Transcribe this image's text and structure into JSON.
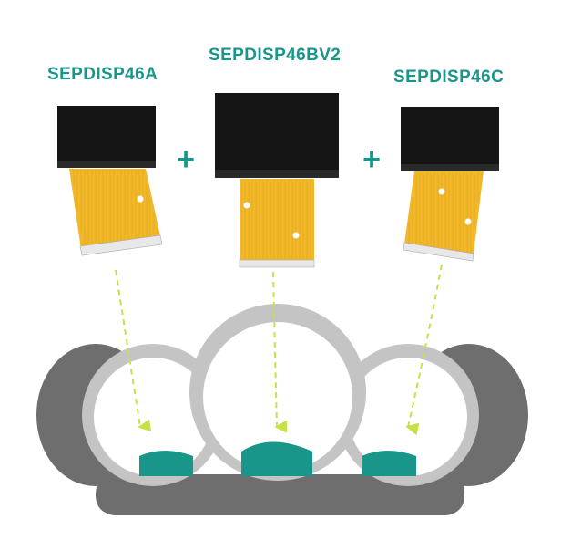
{
  "displays": [
    {
      "part_number": "SEPDISP46A"
    },
    {
      "part_number": "SEPDISP46BV2"
    },
    {
      "part_number": "SEPDISP46C"
    }
  ],
  "plus_symbol": "+",
  "colors": {
    "teal": "#18968a",
    "screen_black": "#141414",
    "flex_yellow": "#f2b82a",
    "arrow_green": "#c8e04a",
    "housing_dark": "#6e6e6e",
    "housing_light": "#c4c4c4"
  }
}
